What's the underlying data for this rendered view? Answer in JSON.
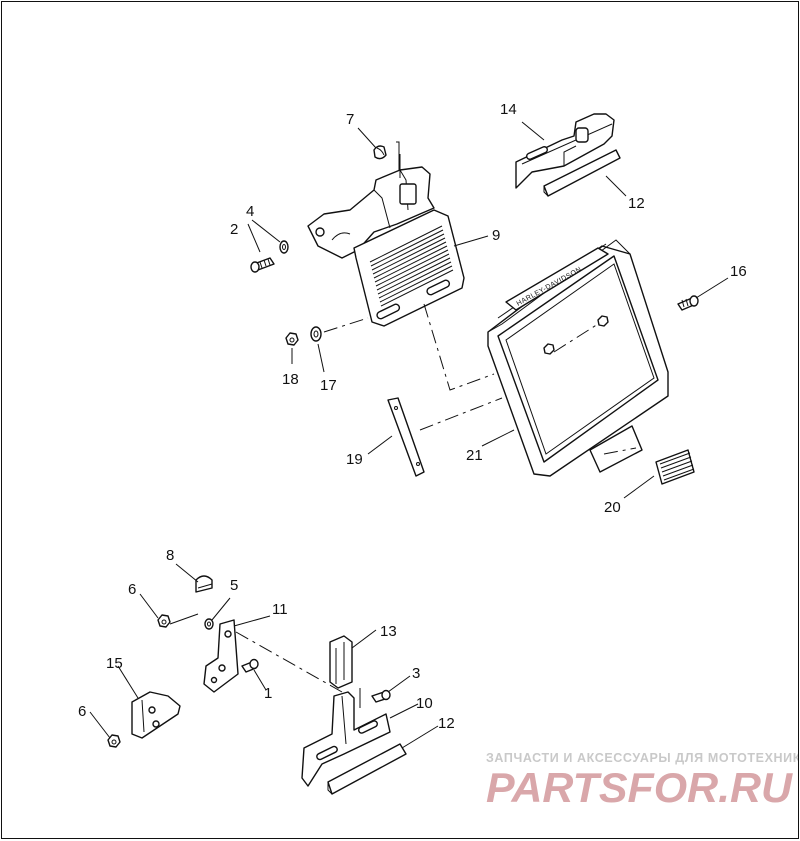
{
  "diagram": {
    "callouts": {
      "c1": "1",
      "c2": "2",
      "c3": "3",
      "c4": "4",
      "c5": "5",
      "c6a": "6",
      "c6b": "6",
      "c7": "7",
      "c8": "8",
      "c9": "9",
      "c10": "10",
      "c11": "11",
      "c12a": "12",
      "c12b": "12",
      "c13": "13",
      "c14": "14",
      "c15": "15",
      "c16": "16",
      "c17": "17",
      "c18": "18",
      "c19": "19",
      "c20": "20",
      "c21": "21"
    },
    "brand_text": "HARLEY-DAVIDSON"
  },
  "watermark": {
    "tagline": "ЗАПЧАСТИ И АКСЕССУАРЫ ДЛЯ МОТОТЕХНИКИ",
    "logo": "PARTSFOR.RU",
    "color": "#d9a7aa"
  }
}
